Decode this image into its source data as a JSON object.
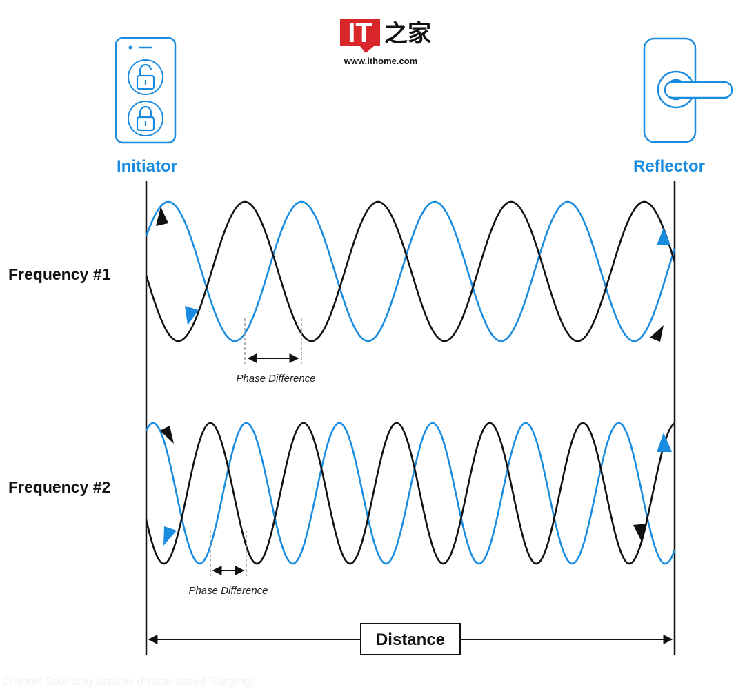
{
  "watermark": {
    "logo_text": "IT",
    "brand_text": "之家",
    "url": "www.ithome.com"
  },
  "devices": {
    "initiator": {
      "label": "Initiator",
      "icon": "smartphone-lock-icon"
    },
    "reflector": {
      "label": "Reflector",
      "icon": "door-handle-icon"
    }
  },
  "frequencies": [
    {
      "label": "Frequency #1",
      "phase_label": "Phase Difference"
    },
    {
      "label": "Frequency #2",
      "phase_label": "Phase Difference"
    }
  ],
  "distance_label": "Distance",
  "caption": "Channel Sounding Graphic (Phase-based Ranging)",
  "colors": {
    "accent_blue": "#1a8ce0",
    "wave_black": "#111111",
    "logo_red": "#d9262b"
  }
}
